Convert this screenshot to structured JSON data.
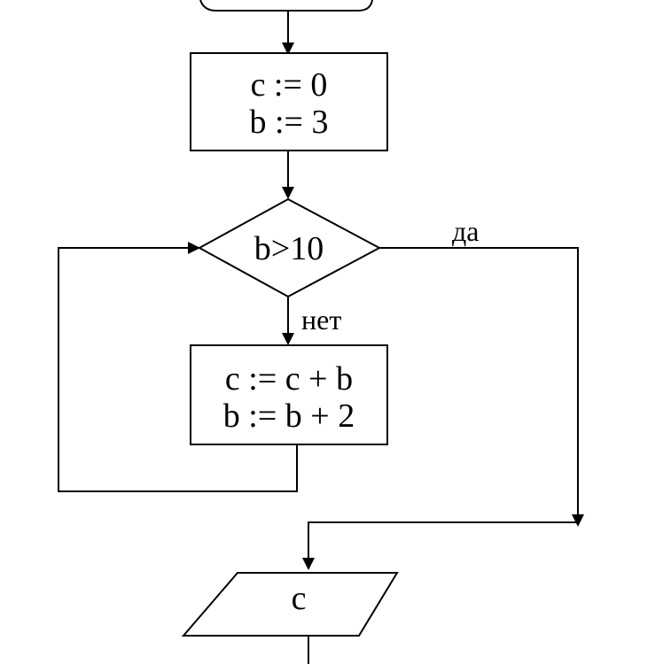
{
  "flowchart": {
    "init_block": {
      "line1": "c := 0",
      "line2": "b := 3"
    },
    "condition": {
      "text": "b>10",
      "yes_label": "да",
      "no_label": "нет"
    },
    "loop_block": {
      "line1": "c := c + b",
      "line2": "b := b + 2"
    },
    "output_block": {
      "text": "c"
    }
  }
}
